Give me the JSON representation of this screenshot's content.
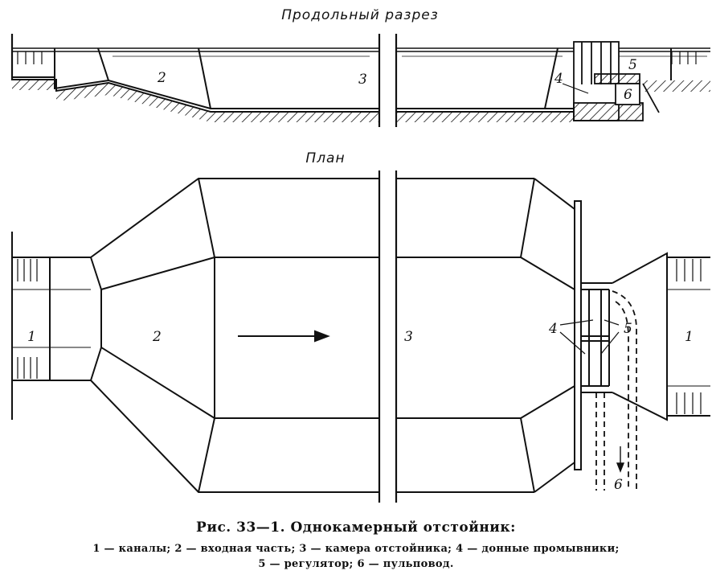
{
  "section_title": "Продольный разрез",
  "plan_title": "План",
  "labels": {
    "n1": "1",
    "n2": "2",
    "n3": "3",
    "n4": "4",
    "n5": "5",
    "n6": "6"
  },
  "caption": {
    "title": "Рис. 33—1. Однокамерный отстойник:",
    "line1": "1 — каналы; 2 — входная часть; 3 — камера отстойника; 4 — донные промывники;",
    "line2": "5 — регулятор; 6 — пульповод."
  }
}
